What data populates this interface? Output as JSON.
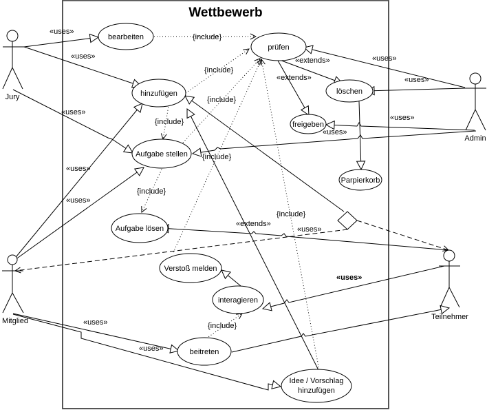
{
  "system": {
    "title": "Wettbewerb"
  },
  "actors": [
    {
      "id": "jury",
      "label": "Jury"
    },
    {
      "id": "admin",
      "label": "Admin"
    },
    {
      "id": "mitglied",
      "label": "Mitglied"
    },
    {
      "id": "teilnehmer",
      "label": "Teilnehmer"
    }
  ],
  "use_cases": [
    {
      "id": "bearbeiten",
      "label": "bearbeiten"
    },
    {
      "id": "pruefen",
      "label": "prüfen"
    },
    {
      "id": "hinzufuegen",
      "label": "hinzufügen"
    },
    {
      "id": "loeschen",
      "label": "löschen"
    },
    {
      "id": "freigeben",
      "label": "freigeben"
    },
    {
      "id": "aufgabe_stellen",
      "label": "Aufgabe stellen"
    },
    {
      "id": "papierkorb",
      "label": "Parpierkorb"
    },
    {
      "id": "aufgabe_loesen",
      "label": "Aufgabe lösen"
    },
    {
      "id": "verstoss_melden",
      "label": "Verstoß melden"
    },
    {
      "id": "interagieren",
      "label": "interagieren"
    },
    {
      "id": "beitreten",
      "label": "beitreten"
    },
    {
      "id": "idee_line1",
      "label": "Idee / Vorschlag"
    },
    {
      "id": "idee_line2",
      "label": "hinzufügen"
    }
  ],
  "relation_labels": [
    {
      "id": "uses-jury-bearbeiten",
      "label": "«uses»"
    },
    {
      "id": "uses-jury-hinzufuegen",
      "label": "«uses»"
    },
    {
      "id": "uses-jury-aufgabe",
      "label": "«uses»"
    },
    {
      "id": "include-bearbeiten-pruefen",
      "label": "{include}"
    },
    {
      "id": "include-hinzufuegen-pruefen",
      "label": "{include}"
    },
    {
      "id": "include-aufgabe-pruefen",
      "label": "{include}"
    },
    {
      "id": "include-hinzufuegen-aufgabe",
      "label": "{include}"
    },
    {
      "id": "extends-pruefen-loeschen",
      "label": "«extends»"
    },
    {
      "id": "extends-pruefen-freigeben",
      "label": "«extends»"
    },
    {
      "id": "uses-admin-pruefen",
      "label": "«uses»"
    },
    {
      "id": "uses-admin-loeschen",
      "label": "«uses»"
    },
    {
      "id": "uses-admin-freigeben",
      "label": "«uses»"
    },
    {
      "id": "uses-admin-freigeben-2",
      "label": "«uses»"
    },
    {
      "id": "include-admin-aufgabe",
      "label": "{include}"
    },
    {
      "id": "uses-mitglied-hinzufuegen",
      "label": "«uses»"
    },
    {
      "id": "uses-mitglied-aufgabe",
      "label": "«uses»"
    },
    {
      "id": "include-aufgabe-loesen",
      "label": "{include}"
    },
    {
      "id": "extends-idee-hinzufuegen",
      "label": "«extends»"
    },
    {
      "id": "include-idee-pruefen",
      "label": "{include}"
    },
    {
      "id": "uses-teilnehmer-loesen",
      "label": "«uses»"
    },
    {
      "id": "uses-teilnehmer-interagieren",
      "label": "«uses»"
    },
    {
      "id": "include-beitreten-interagieren",
      "label": "{include}"
    },
    {
      "id": "uses-mitglied-beitreten",
      "label": "«uses»"
    },
    {
      "id": "uses-mitglied-idee",
      "label": "«uses»"
    }
  ]
}
